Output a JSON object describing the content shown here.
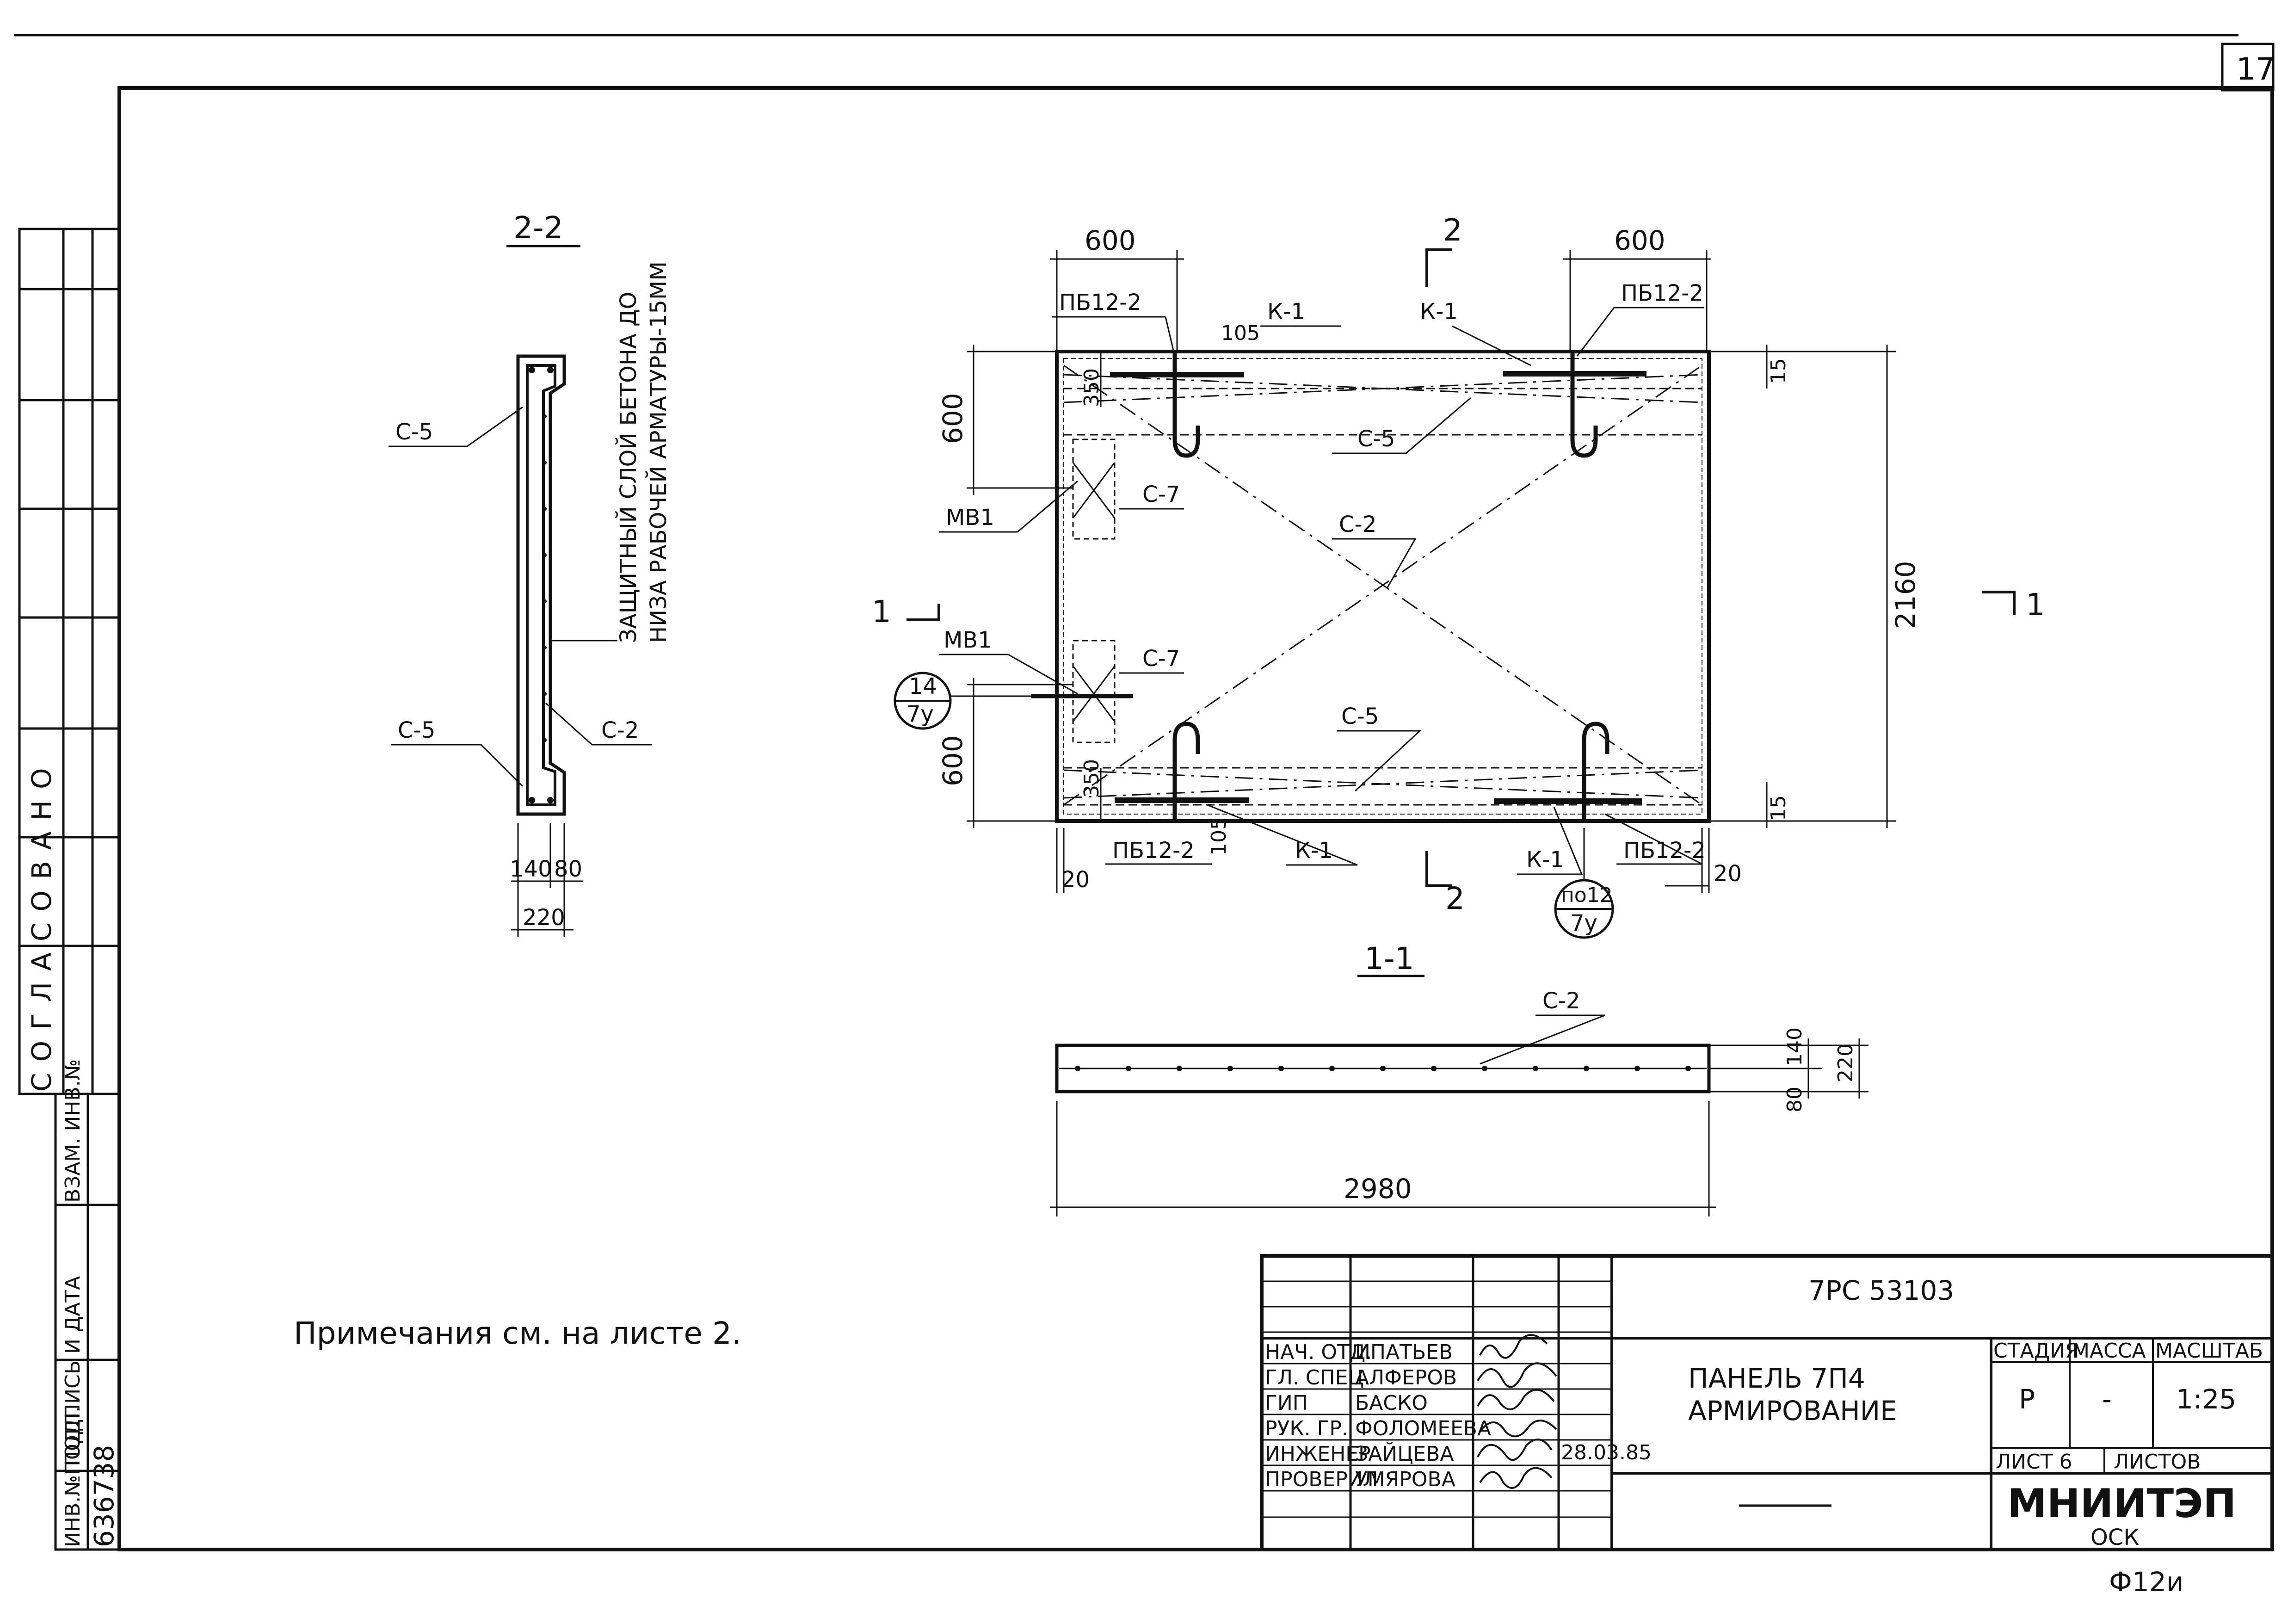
{
  "sheet": {
    "page_number": "17",
    "stamp_code": "Ф12и"
  },
  "left_margin": {
    "agreed_vertical": "СОГЛАСОВАНО",
    "inv_orig": "ИНВ.№ПОДЛ.",
    "sign_date": "ПОДПИСЬ И ДАТА",
    "inv_replace": "ВЗАМ. ИНВ.№",
    "inv_number": "636738"
  },
  "section_2_2": {
    "title": "2-2",
    "note_line1": "ЗАЩИТНЫЙ СЛОЙ БЕТОНА ДО",
    "note_line2": "НИЗА РАБОЧЕЙ АРМАТУРЫ-15ММ",
    "label_c5_top": "С-5",
    "label_c5_bottom": "С-5",
    "label_c2": "С-2",
    "dim_140": "140",
    "dim_80": "80",
    "dim_220": "220"
  },
  "plan": {
    "dim_600_left": "600",
    "dim_600_right": "600",
    "pb_tl": "ПБ12-2",
    "pb_tr": "ПБ12-2",
    "pb_bl": "ПБ12-2",
    "pb_br": "ПБ12-2",
    "k1_tl": "К-1",
    "k1_tr": "К-1",
    "k1_bl": "К-1",
    "k1_br": "К-1",
    "dim_105_top": "105",
    "dim_105_bottom": "105",
    "dim_350_top": "350",
    "dim_350_bottom": "350",
    "dim_600_side_top": "600",
    "dim_600_side_bottom": "600",
    "c5_top": "С-5",
    "c5_bottom": "С-5",
    "c2": "С-2",
    "c7_top": "С-7",
    "c7_bottom": "С-7",
    "mv1_top": "МВ1",
    "mv1_bottom": "МВ1",
    "dim_2160": "2160",
    "dim_15_top": "15",
    "dim_15_bottom": "15",
    "dim_20_left": "20",
    "dim_20_right": "20",
    "cut_2": "2",
    "cut_1": "1",
    "callout_left_top": "14",
    "callout_left_bottom": "7у",
    "callout_right_top": "по12",
    "callout_right_bottom": "7у"
  },
  "section_1_1": {
    "title": "1-1",
    "label_c2": "С-2",
    "dim_80": "80",
    "dim_140": "140",
    "dim_220": "220",
    "dim_2980": "2980"
  },
  "notes": {
    "text": "Примечания см. на листе 2."
  },
  "title_block": {
    "code": "7РС 53103",
    "title_line1": "ПАНЕЛЬ 7П4",
    "title_line2": "АРМИРОВАНИЕ",
    "roles": [
      {
        "role": "НАЧ. ОТД.",
        "name": "ИПАТЬЕВ"
      },
      {
        "role": "ГЛ. СПЕЦ.",
        "name": "АЛФЕРОВ"
      },
      {
        "role": "ГИП",
        "name": "БАСКО"
      },
      {
        "role": "РУК. ГР.",
        "name": "ФОЛОМЕЕВА"
      },
      {
        "role": "ИНЖЕНЕР",
        "name": "ЗАЙЦЕВА"
      },
      {
        "role": "ПРОВЕРИЛ",
        "name": "УМЯРОВА"
      }
    ],
    "date": "28.03.85",
    "stage_header": "СТАДИЯ",
    "mass_header": "МАССА",
    "scale_header": "МАСШТАБ",
    "stage_value": "Р",
    "mass_value": "-",
    "scale_value": "1:25",
    "sheet_label": "ЛИСТ 6",
    "sheets_label": "ЛИСТОВ",
    "org": "МНИИТЭП",
    "org_sub": "ОСК"
  }
}
